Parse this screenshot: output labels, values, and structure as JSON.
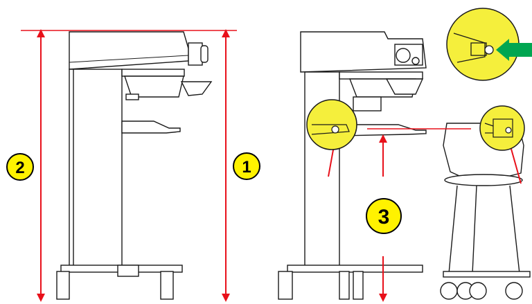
{
  "colors": {
    "measure_line": "#e8101a",
    "badge_fill": "#fff200",
    "highlight_fill": "#f5ef3c",
    "machine_outline": "#1a1a1a",
    "machine_fill": "#ffffff",
    "pointer_arrow": "#00a651"
  },
  "badges": [
    {
      "id": "badge-1",
      "label": "1"
    },
    {
      "id": "badge-2",
      "label": "2"
    },
    {
      "id": "badge-3",
      "label": "3"
    }
  ],
  "icons": {
    "left": "mixer-side-view",
    "right": "mixer-with-bowl-trolley",
    "zoom_top": "bowl-clamp-detail",
    "zoom_mid_left": "arm-pin-detail",
    "zoom_mid_right": "bowl-bracket-detail",
    "arrow": "green-pointer-arrow"
  }
}
